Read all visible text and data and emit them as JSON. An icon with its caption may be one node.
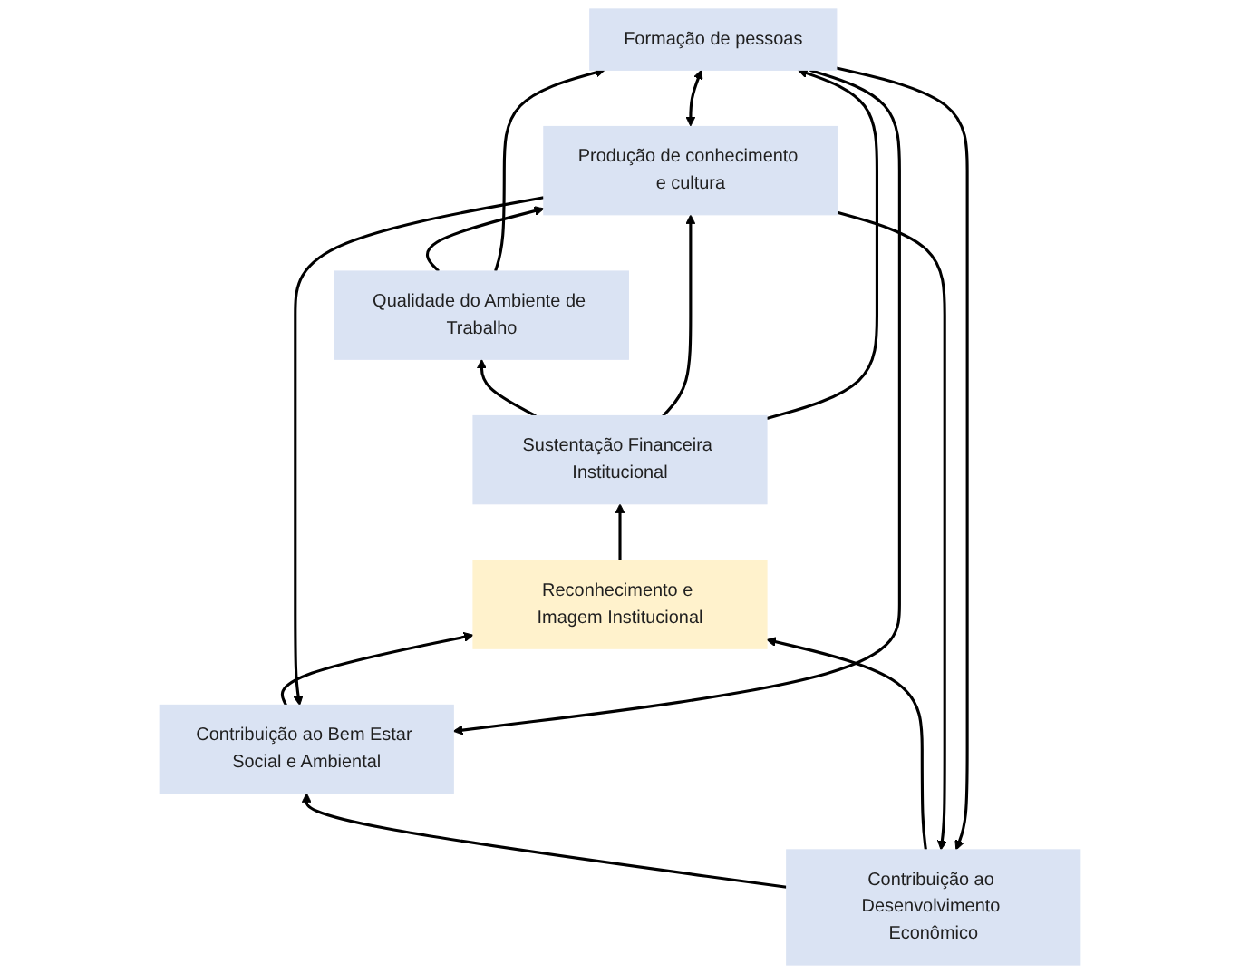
{
  "diagram": {
    "nodes": [
      {
        "text": [
          "Contribuição ao Desenvolvimento Econômico"
        ]
      },
      {
        "text": [
          "Contribuição ao Bem Estar Social e Ambiental"
        ]
      },
      {
        "text": [
          "Reconhecimento e Imagem Institucional"
        ]
      },
      {
        "text": [
          "Produção de conhecimento e cultura"
        ]
      },
      {
        "text": [
          "Formação de pessoas"
        ]
      },
      {
        "text": [
          "Sustentação Financeira Institucional"
        ]
      },
      {
        "text": [
          "Qualidade do Ambiente de Trabalho"
        ]
      }
    ],
    "edges": [
      {
        "from": 0,
        "to": 1,
        "arrow": "to"
      },
      {
        "from": 1,
        "to": 2,
        "arrow": "to"
      },
      {
        "from": 0,
        "to": 2,
        "arrow": "to"
      },
      {
        "from": 3,
        "to": 0,
        "arrow": "to"
      },
      {
        "from": 3,
        "to": 1,
        "arrow": "to"
      },
      {
        "from": 4,
        "to": 0,
        "arrow": "to"
      },
      {
        "from": 4,
        "to": 1,
        "arrow": "to"
      },
      {
        "from": 3,
        "to": 4,
        "arrow": "both"
      },
      {
        "from": 2,
        "to": 5,
        "arrow": "to"
      },
      {
        "from": 5,
        "to": 6,
        "arrow": "to"
      },
      {
        "from": 5,
        "to": 3,
        "arrow": "to"
      },
      {
        "from": 5,
        "to": 4,
        "arrow": "to"
      },
      {
        "from": 6,
        "to": 3,
        "arrow": "to"
      },
      {
        "from": 6,
        "to": 4,
        "arrow": "to"
      }
    ]
  }
}
